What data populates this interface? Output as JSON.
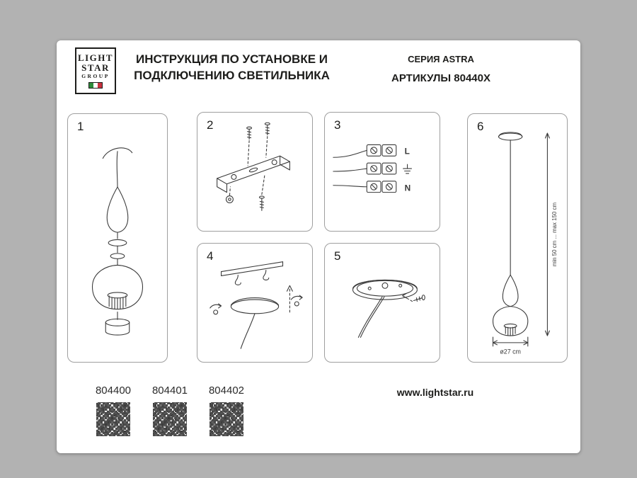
{
  "colors": {
    "background": "#b2b2b2",
    "card": "#ffffff",
    "line_art": "#3a3a3a",
    "panel_border": "#9f9f9f",
    "text": "#1d1d1b",
    "flag_green": "#2e8b3a",
    "flag_red": "#c8313e"
  },
  "header": {
    "logo": {
      "line1": "LIGHT",
      "line2": "STAR",
      "line3": "GROUP"
    },
    "title_line1": "ИНСТРУКЦИЯ ПО УСТАНОВКЕ И",
    "title_line2": "ПОДКЛЮЧЕНИЮ СВЕТИЛЬНИКА",
    "series": "СЕРИЯ ASTRA",
    "articles": "АРТИКУЛЫ 80440X"
  },
  "panels": [
    {
      "number": "1"
    },
    {
      "number": "2"
    },
    {
      "number": "3",
      "labels": {
        "l": "L",
        "n": "N"
      }
    },
    {
      "number": "4"
    },
    {
      "number": "5"
    },
    {
      "number": "6",
      "height_label": "min 50 cm ... max 150 cm",
      "diameter_label": "ø27 cm"
    }
  ],
  "footer": {
    "articles": [
      "804400",
      "804401",
      "804402"
    ],
    "website": "www.lightstar.ru"
  }
}
